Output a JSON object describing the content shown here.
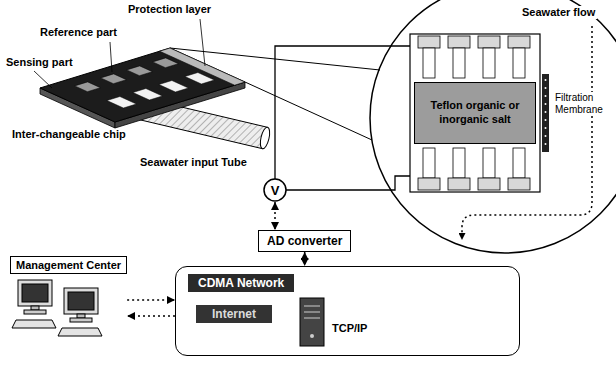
{
  "diagram": {
    "nodes": [
      {
        "text": [
          "Teflon organic or inorganic salt"
        ]
      },
      {
        "text": [
          "V"
        ]
      },
      {
        "text": [
          "AD converter"
        ]
      },
      {
        "text": [
          "Management Center"
        ]
      },
      {
        "text": [
          "CDMA Network"
        ]
      },
      {
        "text": [
          "Internet"
        ],
        "in": 4
      }
    ],
    "edges": [
      {
        "from": 1,
        "to": 2,
        "arrow": "both"
      },
      {
        "from": 2,
        "to": 4,
        "arrow": "both"
      },
      {
        "from": 3,
        "to": 4,
        "arrow": "to"
      },
      {
        "from": 4,
        "to": 3,
        "arrow": "to"
      }
    ],
    "labels": [
      "Protection layer",
      "Reference part",
      "Sensing part",
      "Inter-changeable chip",
      "Seawater input Tube",
      "Seawater flow",
      "Filtration Membrane",
      "TCP/IP"
    ]
  }
}
